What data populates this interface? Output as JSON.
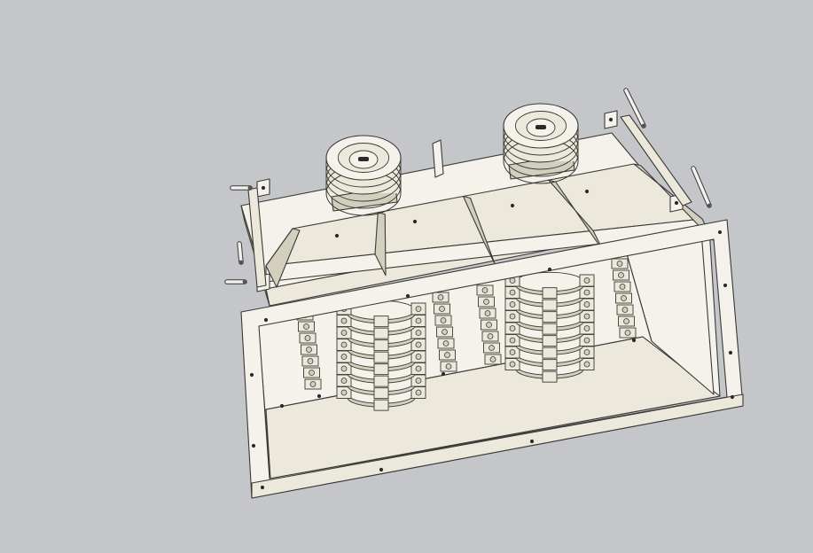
{
  "scene": {
    "background_color": "#c4c6c9",
    "part_fill": "#ece9dc",
    "part_fill_light": "#f4f2ea",
    "part_fill_dark": "#d3cfbf",
    "edge_color": "#3a3a36",
    "hole_color": "#2a2a28",
    "shaft_color": "#f2f2f0",
    "shaft_end_color": "#555555"
  },
  "model": {
    "pulleys": 2,
    "pulley_grooves": 4,
    "hoppers": 4,
    "rotor_shafts": 2,
    "cutter_discs_per_shaft": 8,
    "adjusting_bolts": 4
  }
}
